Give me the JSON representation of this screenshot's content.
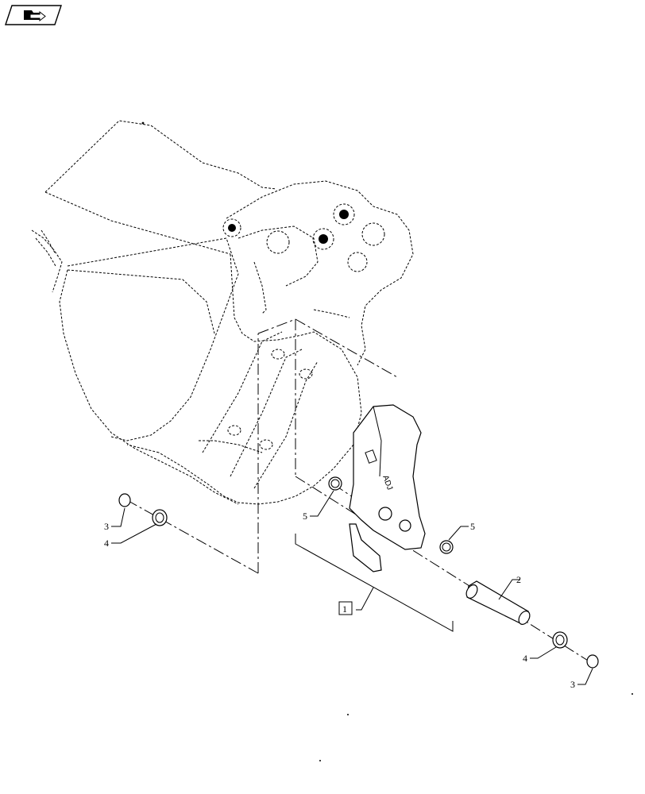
{
  "callouts": {
    "item_1": "1",
    "item_2": "2",
    "item_3_left": "3",
    "item_4_left": "4",
    "item_5_left": "5",
    "item_5_right": "5",
    "item_4_right": "4",
    "item_3_right": "3"
  },
  "icons": {
    "nav_badge": "folder-arrow-icon"
  },
  "colors": {
    "line": "#000000",
    "background": "#ffffff"
  }
}
